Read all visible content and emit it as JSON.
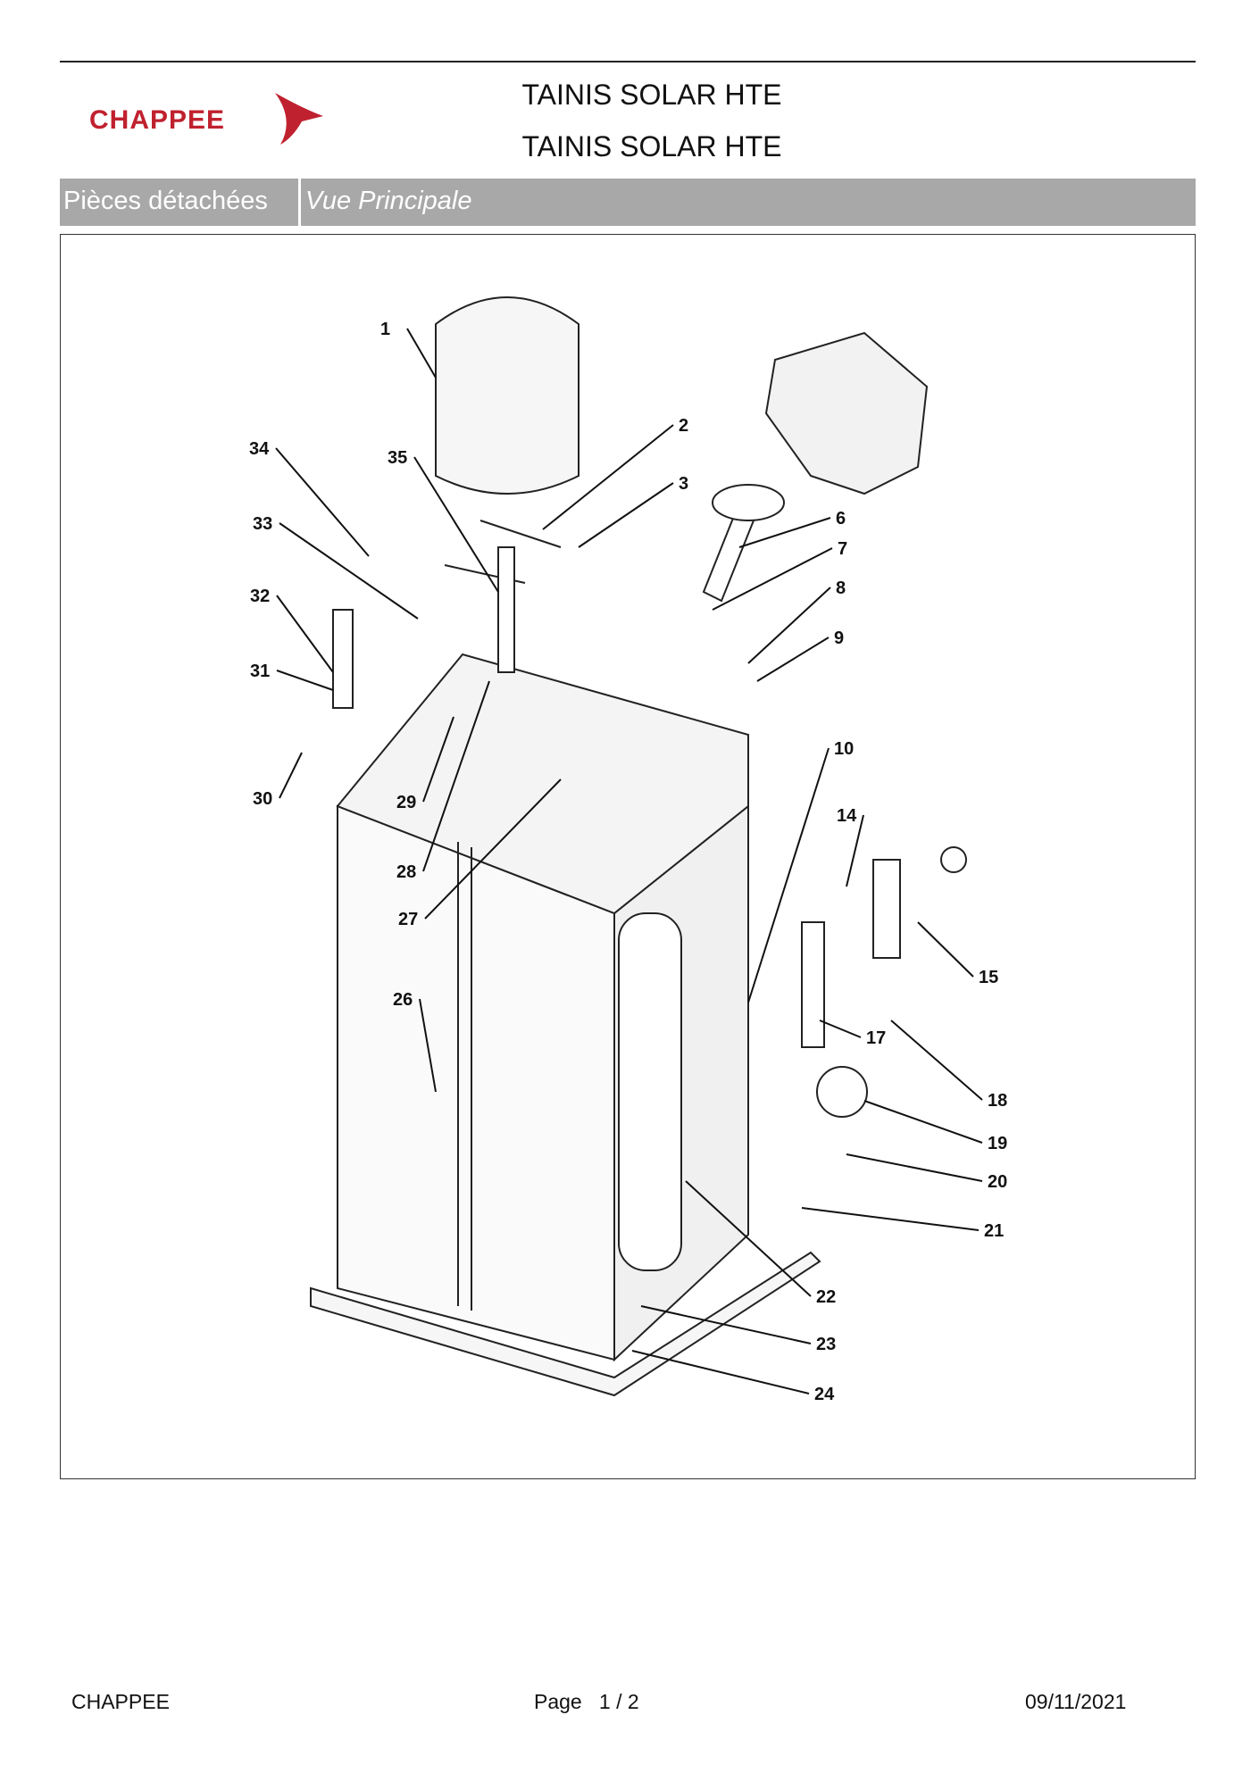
{
  "header": {
    "logo_text": "CHAPPEE",
    "title_line1": "TAINIS SOLAR HTE",
    "title_line2": "TAINIS SOLAR HTE"
  },
  "section_bar": {
    "category": "Pièces détachées",
    "view": "Vue Principale"
  },
  "diagram": {
    "callouts": [
      "1",
      "2",
      "3",
      "6",
      "7",
      "8",
      "9",
      "10",
      "14",
      "15",
      "17",
      "18",
      "19",
      "20",
      "21",
      "22",
      "23",
      "24",
      "26",
      "27",
      "28",
      "29",
      "30",
      "31",
      "32",
      "33",
      "34",
      "35"
    ]
  },
  "footer": {
    "brand": "CHAPPEE",
    "page_label": "Page",
    "page_value": "1 / 2",
    "date": "09/11/2021"
  },
  "colors": {
    "brand": "#c0212f",
    "bar": "#a8a8a8"
  }
}
